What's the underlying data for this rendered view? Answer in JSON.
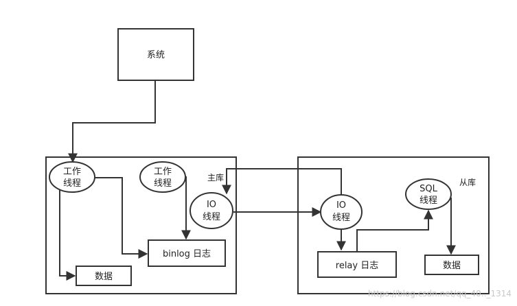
{
  "diagram": {
    "system": "系统",
    "master_label": "主库",
    "slave_label": "从库",
    "master": {
      "worker_thread_1": [
        "工作",
        "线程"
      ],
      "worker_thread_2": [
        "工作",
        "线程"
      ],
      "io_thread": [
        "IO",
        "线程"
      ],
      "binlog": "binlog 日志",
      "data": "数据"
    },
    "slave": {
      "io_thread": [
        "IO",
        "线程"
      ],
      "sql_thread": [
        "SQL",
        "线程"
      ],
      "relay_log": "relay 日志",
      "data": "数据"
    },
    "watermark": "https://blog.csdn.net/qq_40.._1314"
  },
  "colors": {
    "stroke": "#333333",
    "background": "#ffffff",
    "watermark": "#c8c8c8"
  }
}
